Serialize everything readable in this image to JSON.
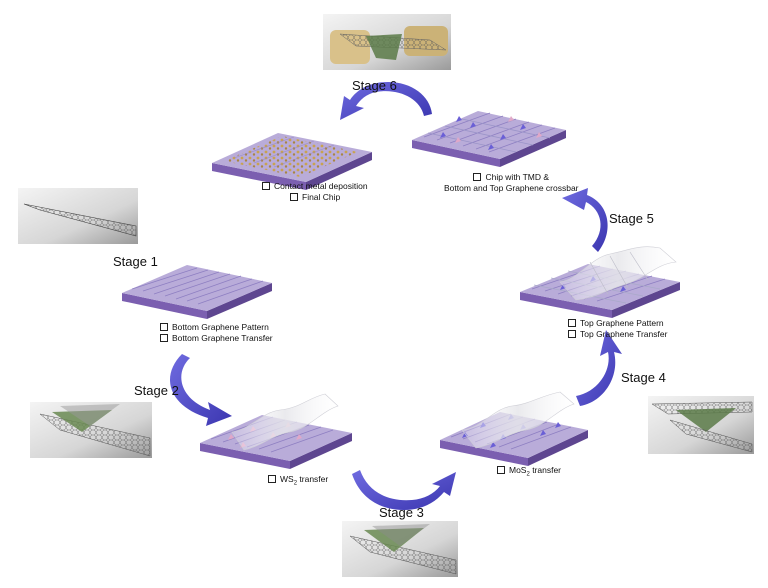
{
  "stages": {
    "s1": "Stage 1",
    "s2": "Stage 2",
    "s3": "Stage 3",
    "s4": "Stage 4",
    "s5": "Stage 5",
    "s6": "Stage 6"
  },
  "captions": {
    "c1a": "Bottom Graphene Pattern",
    "c1b": "Bottom Graphene Transfer",
    "c2_pre": "WS",
    "c2_sub": "2",
    "c2_post": " transfer",
    "c3_pre": "MoS",
    "c3_sub": "2",
    "c3_post": " transfer",
    "c4a": "Top Graphene Pattern",
    "c4b": "Top Graphene Transfer",
    "c5a": "Chip with TMD &",
    "c5b": "Bottom and Top Graphene crossbar",
    "c6a": "Contact metal deposition",
    "c6b": "Final Chip"
  },
  "colors": {
    "chip_top": "#b9acd9",
    "chip_side": "#7b5fb0",
    "arrow": "#4a45c4",
    "ws2_triangle": "#e0a8c8",
    "mos2_triangle": "#6a5fd6"
  },
  "icons": [
    "checkbox-icon",
    "cycle-arrow-icon",
    "graphene-lattice-icon",
    "gold-contact-icon"
  ]
}
